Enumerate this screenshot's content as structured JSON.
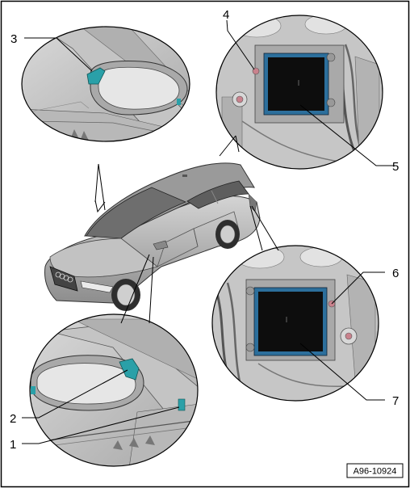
{
  "figure": {
    "code": "A96-10924",
    "callouts": [
      {
        "id": "c1",
        "label": "1"
      },
      {
        "id": "c2",
        "label": "2"
      },
      {
        "id": "c3",
        "label": "3"
      },
      {
        "id": "c4",
        "label": "4"
      },
      {
        "id": "c5",
        "label": "5"
      },
      {
        "id": "c6",
        "label": "6"
      },
      {
        "id": "c7",
        "label": "7"
      }
    ],
    "palette": {
      "line": "#000000",
      "car_body": "#b9b9b9",
      "car_dark": "#5a5a5a",
      "interior": "#cfcfcf",
      "module": "#0d0d0d",
      "module_border": "#2c6f9c",
      "highlight": "#2aa0a8",
      "connector": "#c9828d"
    }
  }
}
